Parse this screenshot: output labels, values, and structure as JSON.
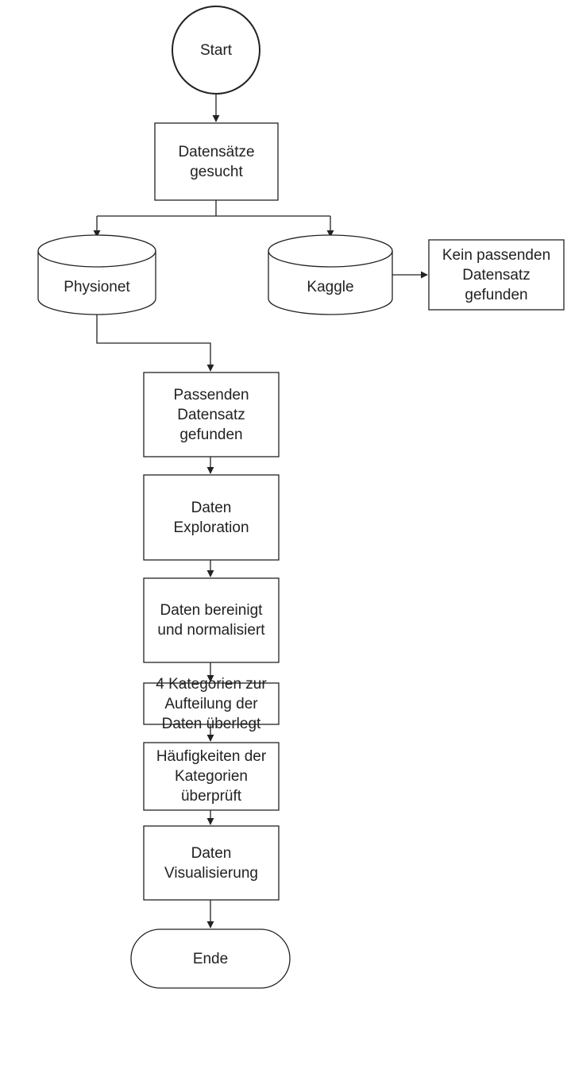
{
  "nodes": {
    "start": "Start",
    "datensaetze": "Datensätze\ngesucht",
    "physionet": "Physionet",
    "kaggle": "Kaggle",
    "kein_passenden": "Kein passenden\nDatensatz\ngefunden",
    "passenden": "Passenden\nDatensatz\ngefunden",
    "exploration": "Daten\nExploration",
    "bereinigt": "Daten bereinigt\nund normalisiert",
    "kategorien": "4 Kategorien zur\nAufteilung der\nDaten überlegt",
    "haeufigkeiten": "Häufigkeiten der\nKategorien\nüberprüft",
    "visualisierung": "Daten\nVisualisierung",
    "ende": "Ende"
  },
  "colors": {
    "stroke": "#222222",
    "fill": "#ffffff",
    "text": "#222222"
  }
}
